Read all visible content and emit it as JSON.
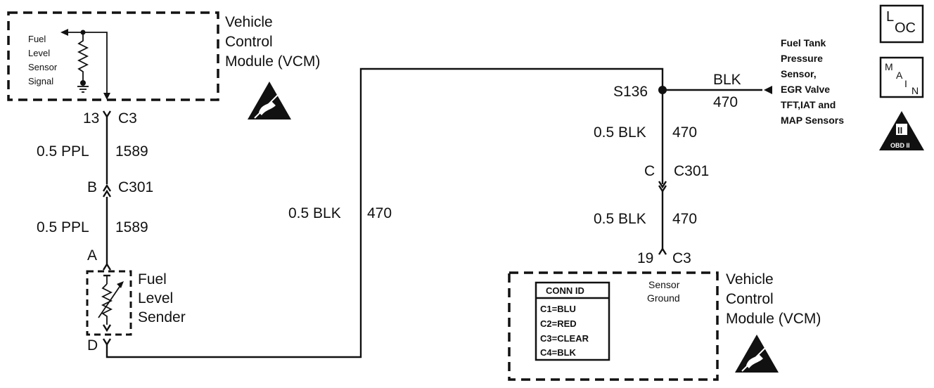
{
  "vcm_top": {
    "title": [
      "Vehicle",
      "Control",
      "Module (VCM)"
    ],
    "signal_label": [
      "Fuel",
      "Level",
      "Sensor",
      "Signal"
    ]
  },
  "left_circuit": {
    "pin_top": "13",
    "conn_top": "C3",
    "wire1_color": "0.5 PPL",
    "wire1_circuit": "1589",
    "pin_mid": "B",
    "conn_mid": "C301",
    "wire2_color": "0.5 PPL",
    "wire2_circuit": "1589",
    "pin_a": "A",
    "pin_d": "D"
  },
  "sender": {
    "label": [
      "Fuel",
      "Level",
      "Sender"
    ]
  },
  "mid_wire": {
    "color": "0.5 BLK",
    "circuit": "470"
  },
  "splice": {
    "id": "S136",
    "branch_color": "BLK",
    "branch_circuit": "470",
    "branch_dest": [
      "Fuel Tank",
      "Pressure",
      "Sensor,",
      "EGR Valve",
      "TFT,IAT and",
      "MAP Sensors"
    ]
  },
  "right_circuit": {
    "wire1_color": "0.5 BLK",
    "wire1_circuit": "470",
    "pin_mid": "C",
    "conn_mid": "C301",
    "wire2_color": "0.5 BLK",
    "wire2_circuit": "470",
    "pin_bottom": "19",
    "conn_bottom": "C3"
  },
  "vcm_bottom": {
    "title": [
      "Vehicle",
      "Control",
      "Module (VCM)"
    ],
    "ground_label": [
      "Sensor",
      "Ground"
    ],
    "conn_id": {
      "header": "CONN ID",
      "rows": [
        "C1=BLU",
        "C2=RED",
        "C3=CLEAR",
        "C4=BLK"
      ]
    }
  },
  "icons": {
    "loc": {
      "big": "L",
      "small": "OC"
    },
    "main": {
      "m": "M",
      "a": "A",
      "i": "I",
      "n": "N"
    },
    "obd": {
      "roman": "II",
      "label": "OBD II"
    }
  }
}
